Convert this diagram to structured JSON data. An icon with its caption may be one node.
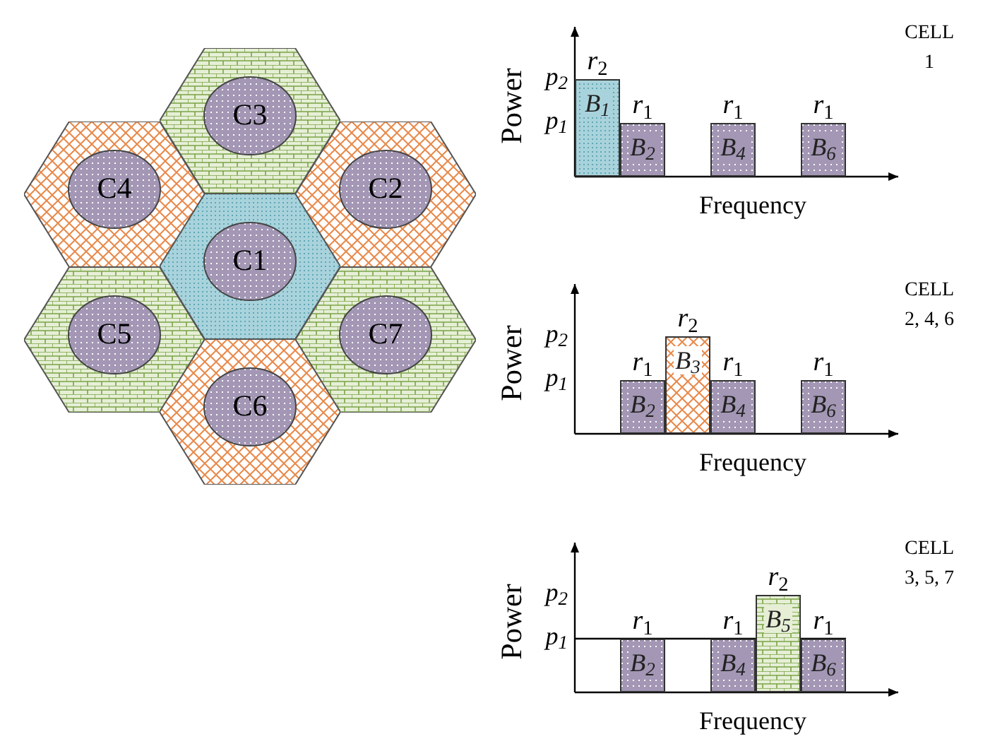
{
  "diagram": {
    "nodes": [
      {
        "text": [],
        "shape": "hexagon"
      },
      {
        "text": [
          "C3"
        ],
        "in": 0
      },
      {
        "text": [],
        "shape": "hexagon"
      },
      {
        "text": [
          "C4"
        ],
        "in": 2
      },
      {
        "text": [],
        "shape": "hexagon"
      },
      {
        "text": [
          "C2"
        ],
        "in": 4
      },
      {
        "text": [],
        "shape": "hexagon"
      },
      {
        "text": [
          "C1"
        ],
        "in": 6
      },
      {
        "text": [],
        "shape": "hexagon"
      },
      {
        "text": [
          "C5"
        ],
        "in": 8
      },
      {
        "text": [],
        "shape": "hexagon"
      },
      {
        "text": [
          "C7"
        ],
        "in": 10
      },
      {
        "text": [],
        "shape": "hexagon"
      },
      {
        "text": [
          "C6"
        ],
        "in": 12
      },
      {
        "text": [
          "*B*$_{1}$"
        ],
        "beside": [
          "*r*$_{2}$"
        ]
      },
      {
        "text": [
          "*B*$_{2}$"
        ],
        "beside": [
          "*r*$_{1}$"
        ]
      },
      {
        "text": [
          "*B*$_{4}$"
        ],
        "beside": [
          "*r*$_{1}$"
        ]
      },
      {
        "text": [
          "*B*$_{6}$"
        ],
        "beside": [
          "*r*$_{1}$"
        ]
      },
      {
        "text": [
          "*B*$_{2}$"
        ],
        "beside": [
          "*r*$_{1}$"
        ]
      },
      {
        "text": [
          "*B*$_{3}$"
        ],
        "beside": [
          "*r*$_{2}$"
        ]
      },
      {
        "text": [
          "*B*$_{4}$"
        ],
        "beside": [
          "*r*$_{1}$"
        ]
      },
      {
        "text": [
          "*B*$_{6}$"
        ],
        "beside": [
          "*r*$_{1}$"
        ]
      },
      {
        "text": [
          "*B*$_{2}$"
        ],
        "beside": [
          "*r*$_{1}$"
        ]
      },
      {
        "text": [
          "*B*$_{4}$"
        ],
        "beside": [
          "*r*$_{1}$"
        ]
      },
      {
        "text": [
          "*B*$_{5}$"
        ],
        "beside": [
          "*r*$_{2}$"
        ]
      },
      {
        "text": [
          "*B*$_{6}$"
        ],
        "beside": [
          "*r*$_{1}$"
        ]
      }
    ],
    "labels": [
      "Power",
      "*p*$_{2}$",
      "*p*$_{1}$",
      "Frequency",
      "CELL 1",
      "Power",
      "*p*$_{2}$",
      "*p*$_{1}$",
      "Frequency",
      "CELL 2, 4, 6",
      "Power",
      "*p*$_{2}$",
      "*p*$_{1}$",
      "Frequency",
      "CELL 3, 5, 7"
    ]
  }
}
